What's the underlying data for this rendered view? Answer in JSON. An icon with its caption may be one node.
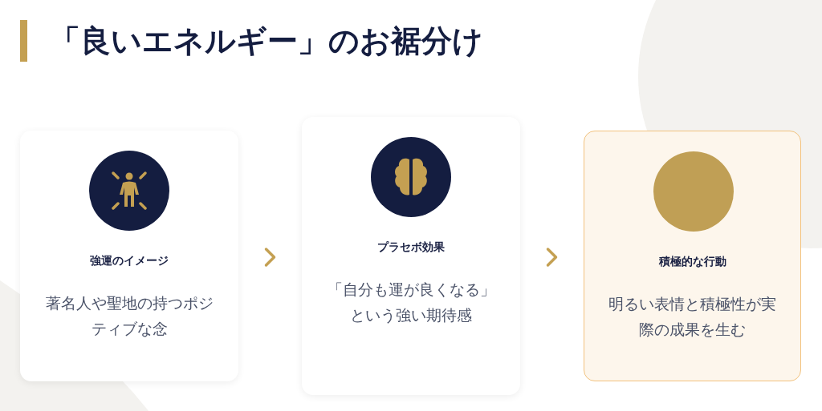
{
  "diagram": {
    "title": "「良いエネルギー」のお裾分け",
    "nodes": [
      {
        "text": [
          "強運のイメージ",
          "著名人や聖地の持つポジティブな念"
        ]
      },
      {
        "text": [
          "プラセボ効果",
          "「自分も運が良くなる」という強い期待感"
        ]
      },
      {
        "text": [
          "積極的な行動",
          "明るい表情と積極性が実際の成果を生む"
        ]
      }
    ],
    "edges": [
      {
        "from": 0,
        "to": 1,
        "arrow": "to"
      },
      {
        "from": 1,
        "to": 2,
        "arrow": "to"
      }
    ]
  }
}
